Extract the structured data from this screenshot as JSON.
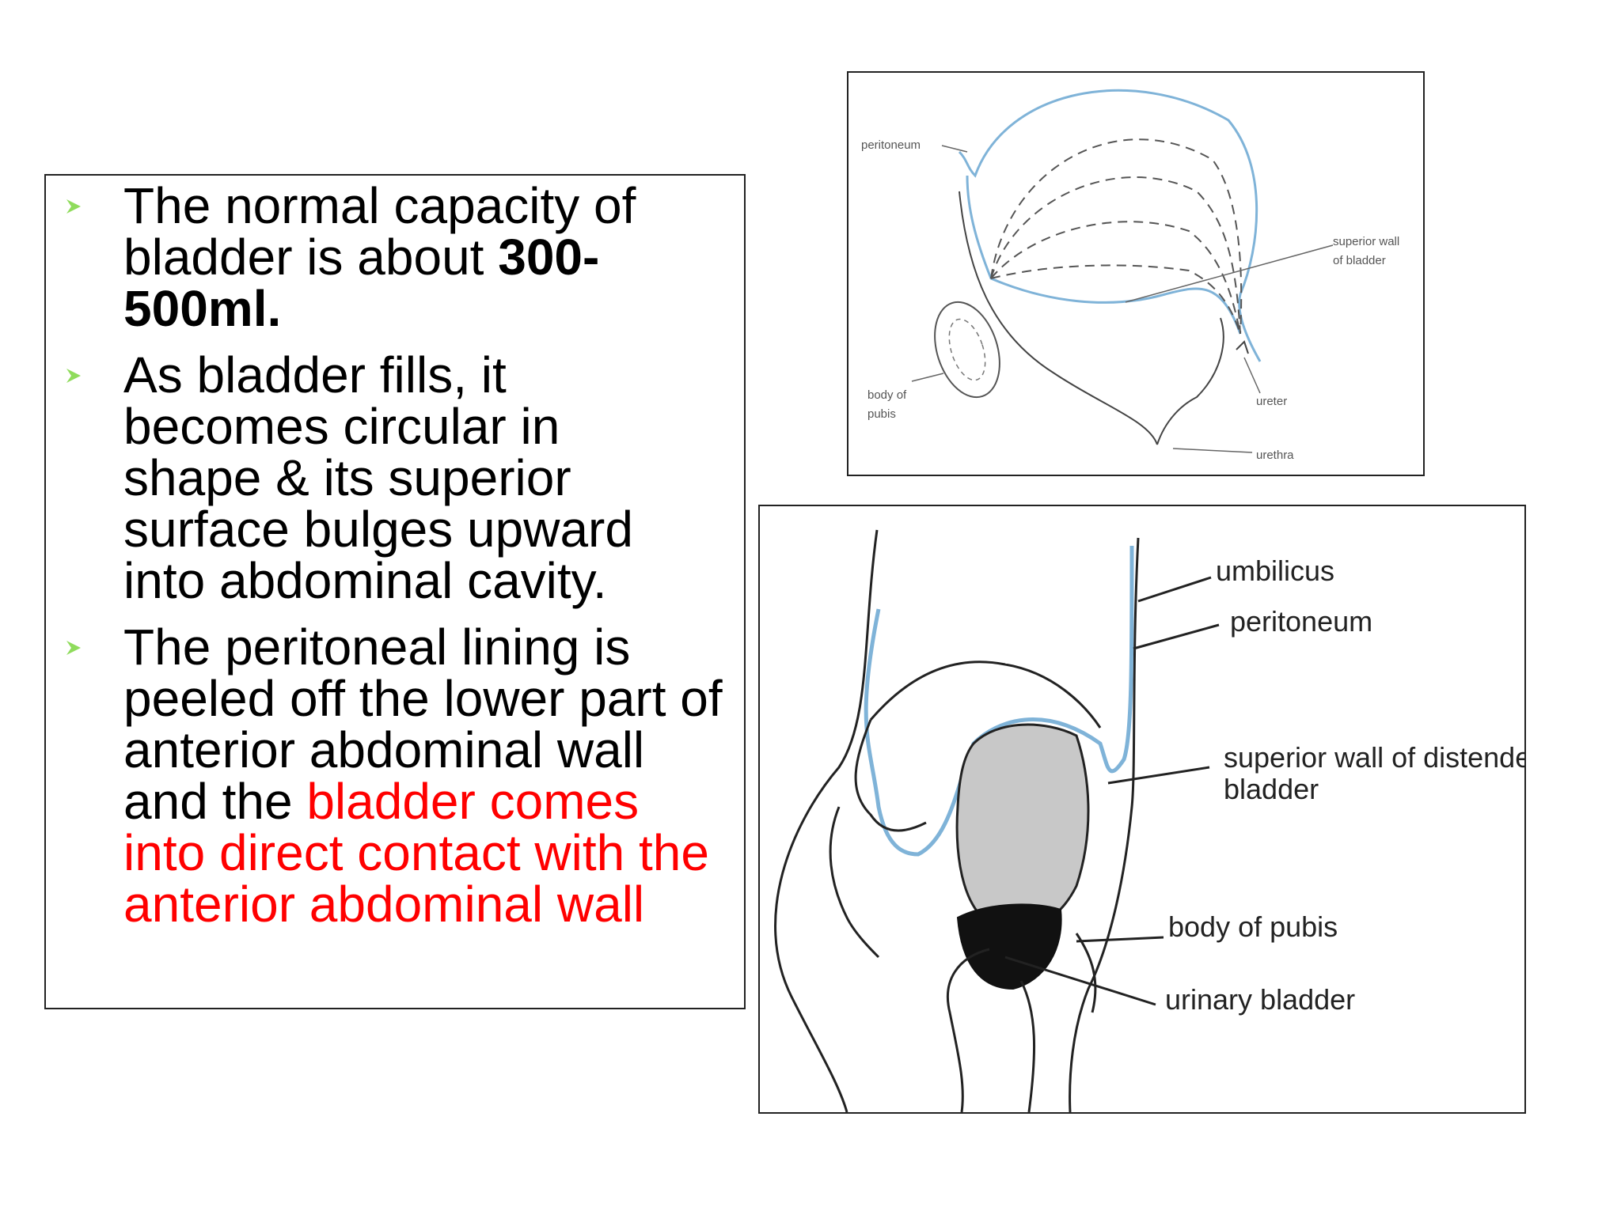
{
  "bullets": [
    {
      "parts": [
        {
          "text": "The normal capacity of bladder is about ",
          "style": "normal"
        },
        {
          "text": "300-500ml.",
          "style": "bold"
        }
      ]
    },
    {
      "parts": [
        {
          "text": "As bladder fills, it becomes circular in shape & its superior surface bulges upward into abdominal cavity.",
          "style": "normal"
        }
      ]
    },
    {
      "parts": [
        {
          "text": "The peritoneal lining is peeled off the lower part of anterior abdominal wall and the ",
          "style": "normal"
        },
        {
          "text": "bladder comes into direct contact with the anterior abdominal wall",
          "style": "red"
        }
      ]
    }
  ],
  "figure_top": {
    "labels": {
      "peritoneum": "peritoneum",
      "superior_wall_1": "superior wall",
      "superior_wall_2": "of bladder",
      "body_of_1": "body of",
      "body_of_2": "pubis",
      "ureter": "ureter",
      "urethra": "urethra"
    }
  },
  "figure_bottom": {
    "labels": {
      "umbilicus": "umbilicus",
      "peritoneum": "peritoneum",
      "superior_wall_1": "superior wall of distended",
      "superior_wall_2": "bladder",
      "body_of_pubis": "body of pubis",
      "urinary_bladder": "urinary bladder"
    }
  },
  "colors": {
    "bullet_arrow": "#8fdc5c",
    "highlight_red": "#ff0000",
    "peritoneum_line": "#7fb3d8",
    "bladder_fill": "#c8c8c8"
  }
}
